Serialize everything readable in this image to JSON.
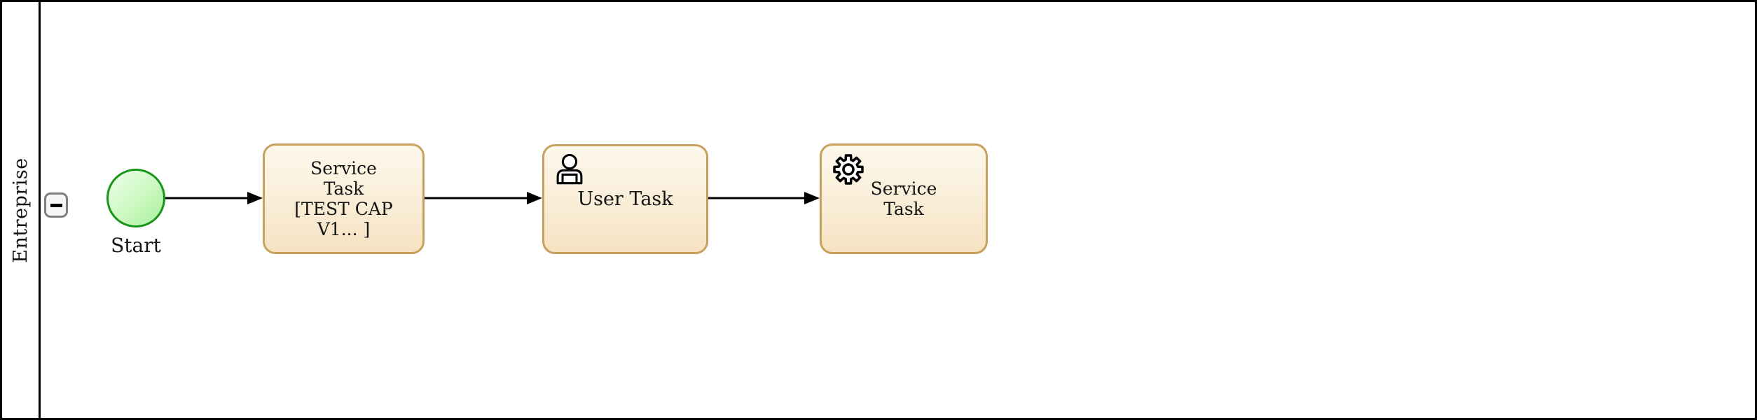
{
  "lane": {
    "label": "Entreprise"
  },
  "process": {
    "start_event": {
      "label": "Start"
    },
    "tasks": [
      {
        "name": "Service Task [TEST CAP V1... ]",
        "lines": [
          "Service",
          "Task",
          "[TEST CAP",
          "V1... ]"
        ],
        "icon": "none"
      },
      {
        "name": "User Task",
        "lines": [
          "User Task"
        ],
        "icon": "user-icon"
      },
      {
        "name": "Service Task",
        "lines": [
          "Service",
          "Task"
        ],
        "icon": "gear-icon"
      }
    ],
    "flows": [
      {
        "from": "Start",
        "to": "Service Task [TEST CAP V1... ]"
      },
      {
        "from": "Service Task [TEST CAP V1... ]",
        "to": "User Task"
      },
      {
        "from": "User Task",
        "to": "Service Task"
      }
    ]
  },
  "colors": {
    "task_border": "#c8a15e",
    "task_fill_top": "#fdf8ec",
    "task_fill_bottom": "#f6e2c2",
    "event_border": "#189518",
    "event_fill_top": "#ecfdec",
    "event_fill_bottom": "#a5f09b",
    "lane_border": "#000000",
    "collapse_button_border": "#7f7f7f",
    "text": "#141414"
  }
}
